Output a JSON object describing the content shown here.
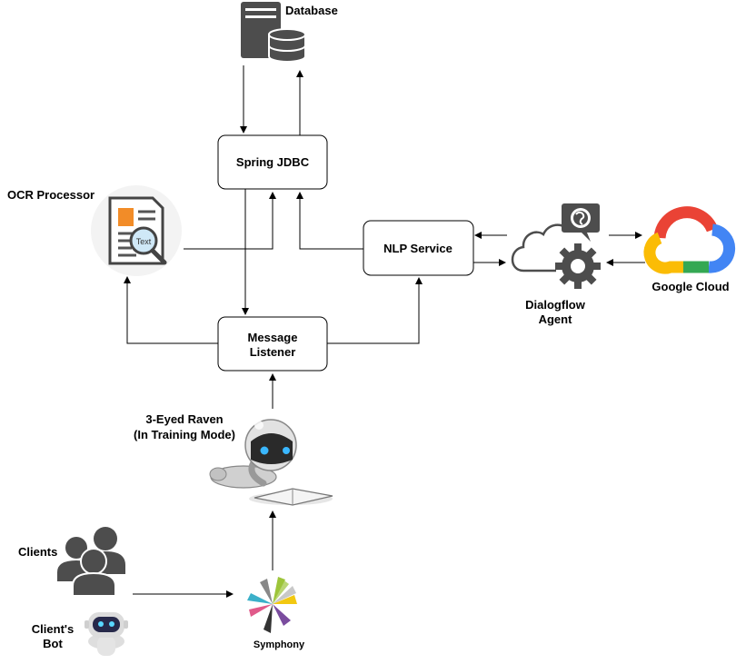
{
  "nodes": {
    "database": {
      "label": "Database",
      "icon": "database-server-icon"
    },
    "spring_jdbc": {
      "label": "Spring JDBC"
    },
    "ocr_processor": {
      "label": "OCR Processor",
      "icon": "text-document-magnifier-icon",
      "icon_text": "Text"
    },
    "nlp_service": {
      "label": "NLP Service"
    },
    "dialogflow": {
      "label_line1": "Dialogflow",
      "label_line2": "Agent",
      "icon": "cloud-gear-globe-icon"
    },
    "google_cloud": {
      "label": "Google Cloud",
      "icon": "google-cloud-logo-icon"
    },
    "message_listener": {
      "label_line1": "Message",
      "label_line2": "Listener"
    },
    "raven": {
      "label_line1": "3-Eyed Raven",
      "label_line2": "(In Training Mode)",
      "icon": "reading-robot-icon"
    },
    "clients": {
      "label": "Clients",
      "icon": "people-group-icon"
    },
    "clients_bot": {
      "label_line1": "Client's",
      "label_line2": "Bot",
      "icon": "bot-head-icon"
    },
    "symphony": {
      "label": "Symphony",
      "icon": "symphony-pinwheel-logo-icon"
    }
  },
  "colors": {
    "line": "#000000",
    "icon_gray": "#4d4d4d",
    "ocr_orange": "#f28c28",
    "google_red": "#ea4335",
    "google_blue": "#4285f4",
    "google_yellow": "#fbbc05",
    "google_green": "#34a853",
    "symphony_palette": [
      "#9dc53a",
      "#f2c811",
      "#e05a8a",
      "#3bb0c9",
      "#7a4c9e",
      "#333333",
      "#888888",
      "#c8c8c8"
    ]
  }
}
